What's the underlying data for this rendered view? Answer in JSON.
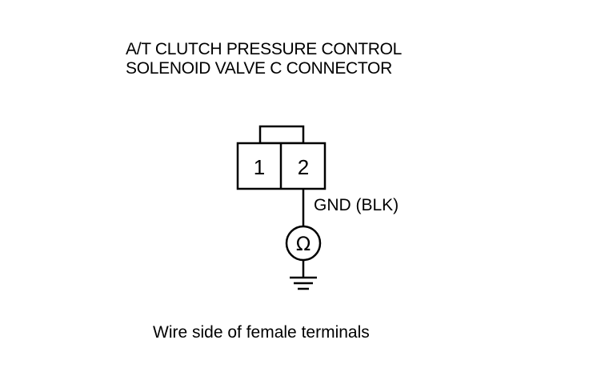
{
  "title": {
    "line1": "A/T CLUTCH PRESSURE CONTROL",
    "line2": "SOLENOID VALVE C CONNECTOR"
  },
  "connector": {
    "pins": [
      "1",
      "2"
    ]
  },
  "wire": {
    "label": "GND (BLK)"
  },
  "meter": {
    "symbol": "Ω",
    "icon": "ohmmeter-icon"
  },
  "ground": {
    "icon": "ground-icon"
  },
  "caption": "Wire side of female terminals"
}
